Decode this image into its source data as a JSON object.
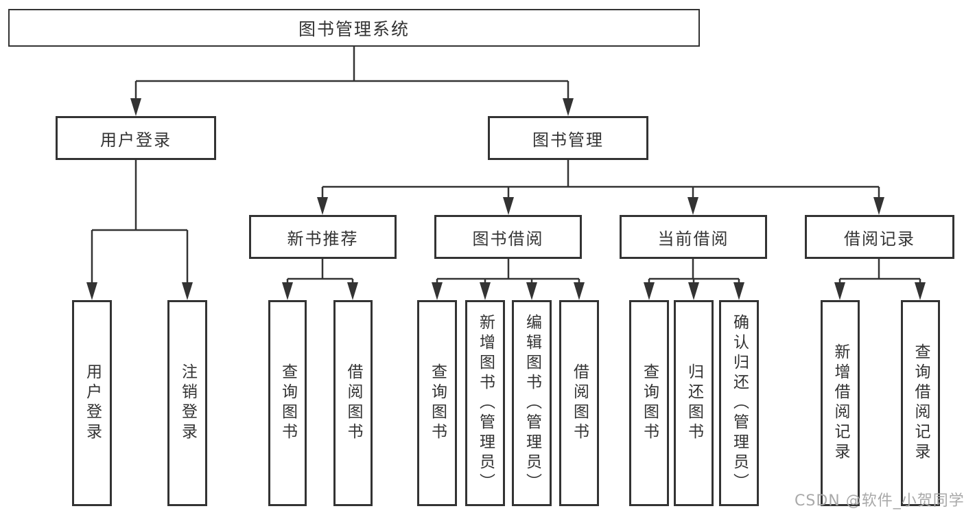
{
  "tree": {
    "root": "图书管理系统",
    "branches": [
      {
        "label": "用户登录",
        "leaves": [
          "用户登录",
          "注销登录"
        ]
      },
      {
        "label": "图书管理",
        "children": [
          {
            "label": "新书推荐",
            "leaves": [
              "查询图书",
              "借阅图书"
            ]
          },
          {
            "label": "图书借阅",
            "leaves": [
              "查询图书",
              "新增图书（管理员）",
              "编辑图书（管理员）",
              "借阅图书"
            ]
          },
          {
            "label": "当前借阅",
            "leaves": [
              "查询图书",
              "归还图书",
              "确认归还（管理员）"
            ]
          },
          {
            "label": "借阅记录",
            "leaves": [
              "新增借阅记录",
              "查询借阅记录"
            ]
          }
        ]
      }
    ]
  },
  "watermark": {
    "text": "CSDN @软件_小贺同学"
  },
  "colors": {
    "line": "#333333",
    "text": "#333333",
    "box_background": "#ffffff",
    "watermark_text": "#a9a9a9"
  }
}
